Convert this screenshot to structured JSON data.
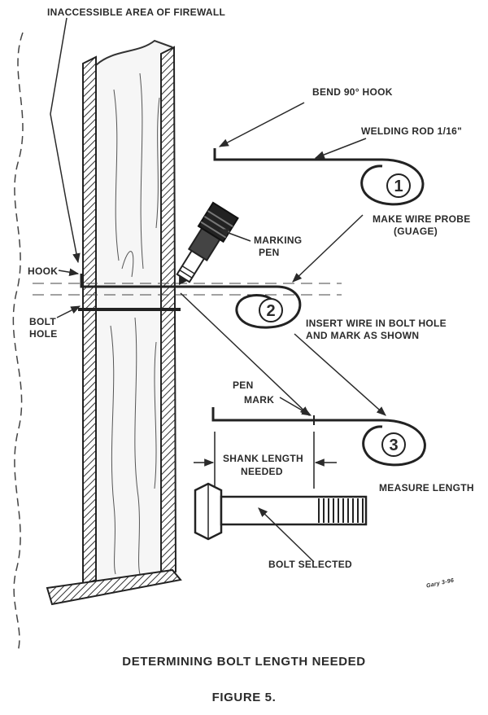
{
  "labels": {
    "inaccessible": "INACCESSIBLE AREA OF FIREWALL",
    "bend_hook": "BEND 90° HOOK",
    "welding_rod": "WELDING ROD 1/16\"",
    "make_probe_1": "MAKE WIRE PROBE",
    "make_probe_2": "(GUAGE)",
    "marking_pen_1": "MARKING",
    "marking_pen_2": "PEN",
    "hook": "HOOK",
    "bolt_hole_1": "BOLT",
    "bolt_hole_2": "HOLE",
    "insert_1": "INSERT WIRE IN BOLT HOLE",
    "insert_2": "AND MARK AS SHOWN",
    "pen_mark_1": "PEN",
    "pen_mark_2": "MARK",
    "shank_1": "SHANK LENGTH",
    "shank_2": "NEEDED",
    "measure": "MEASURE LENGTH",
    "bolt_selected": "BOLT SELECTED",
    "signature": "Gary 3-96"
  },
  "steps": [
    "1",
    "2",
    "3"
  ],
  "caption": {
    "title": "DETERMINING BOLT LENGTH NEEDED",
    "figure": "FIGURE 5."
  }
}
